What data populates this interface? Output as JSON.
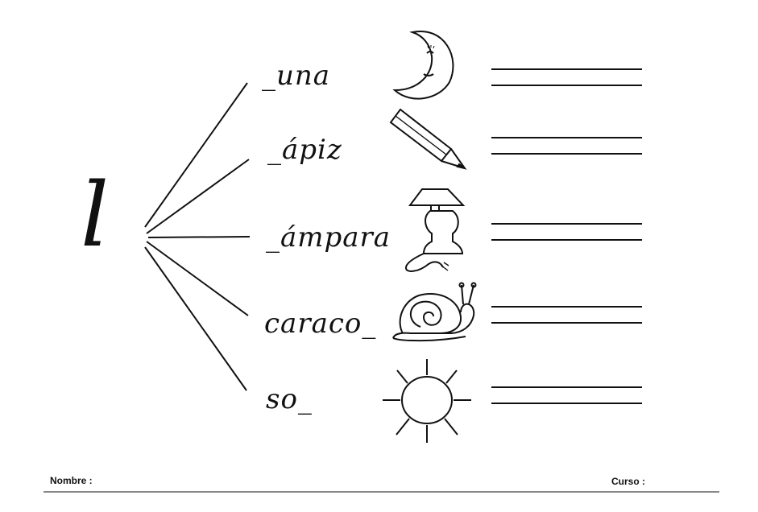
{
  "letter": "l",
  "words": [
    "_una",
    "_ápiz",
    "_ámpara",
    "caraco_",
    "so_"
  ],
  "pictures": [
    "moon-icon",
    "pencil-icon",
    "lamp-icon",
    "snail-icon",
    "sun-icon"
  ],
  "footer": {
    "name_label": "Nombre :",
    "course_label": "Curso :"
  }
}
